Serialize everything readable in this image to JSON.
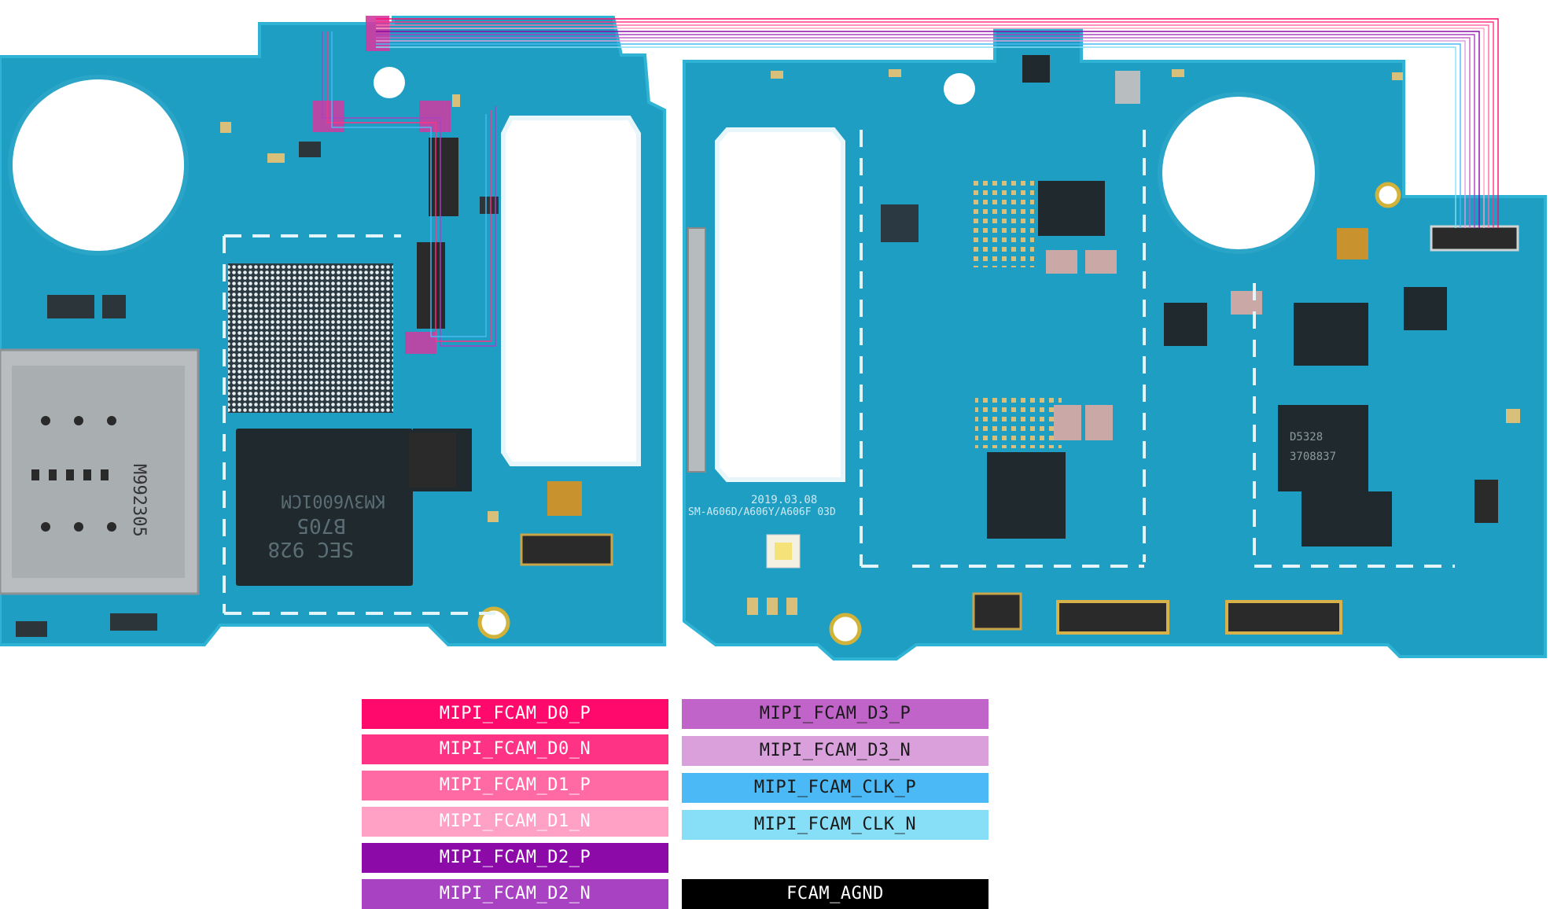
{
  "legend": {
    "left": [
      {
        "label": "MIPI_FCAM_D0_P",
        "color": "#ff0a6c"
      },
      {
        "label": "MIPI_FCAM_D0_N",
        "color": "#ff3385"
      },
      {
        "label": "MIPI_FCAM_D1_P",
        "color": "#ff6aa5"
      },
      {
        "label": "MIPI_FCAM_D1_N",
        "color": "#ffa0c5"
      },
      {
        "label": "MIPI_FCAM_D2_P",
        "color": "#8c0aa8"
      },
      {
        "label": "MIPI_FCAM_D2_N",
        "color": "#a942c2"
      }
    ],
    "right": [
      {
        "label": "MIPI_FCAM_D3_P",
        "color": "#c164c9"
      },
      {
        "label": "MIPI_FCAM_D3_N",
        "color": "#d9a0dc"
      },
      {
        "label": "MIPI_FCAM_CLK_P",
        "color": "#4bb9f5"
      },
      {
        "label": "MIPI_FCAM_CLK_N",
        "color": "#86dff7"
      },
      {
        "label": "FCAM_AGND",
        "color": "#000000"
      }
    ]
  },
  "board": {
    "silkscreen_date_1": "2019.03.08",
    "silkscreen_model": "SM-A606D/A606Y/A606F 03D",
    "chip_marking_1": "KM3V6001CM",
    "chip_marking_2": "B705",
    "chip_marking_3": "SEC 928",
    "sim_marking": "M992305",
    "chip_marking_4": "3708837",
    "chip_marking_5": "D5328",
    "pcb_color": "#1d9ec2",
    "pcb_edge_color": "#2fb3d4"
  }
}
